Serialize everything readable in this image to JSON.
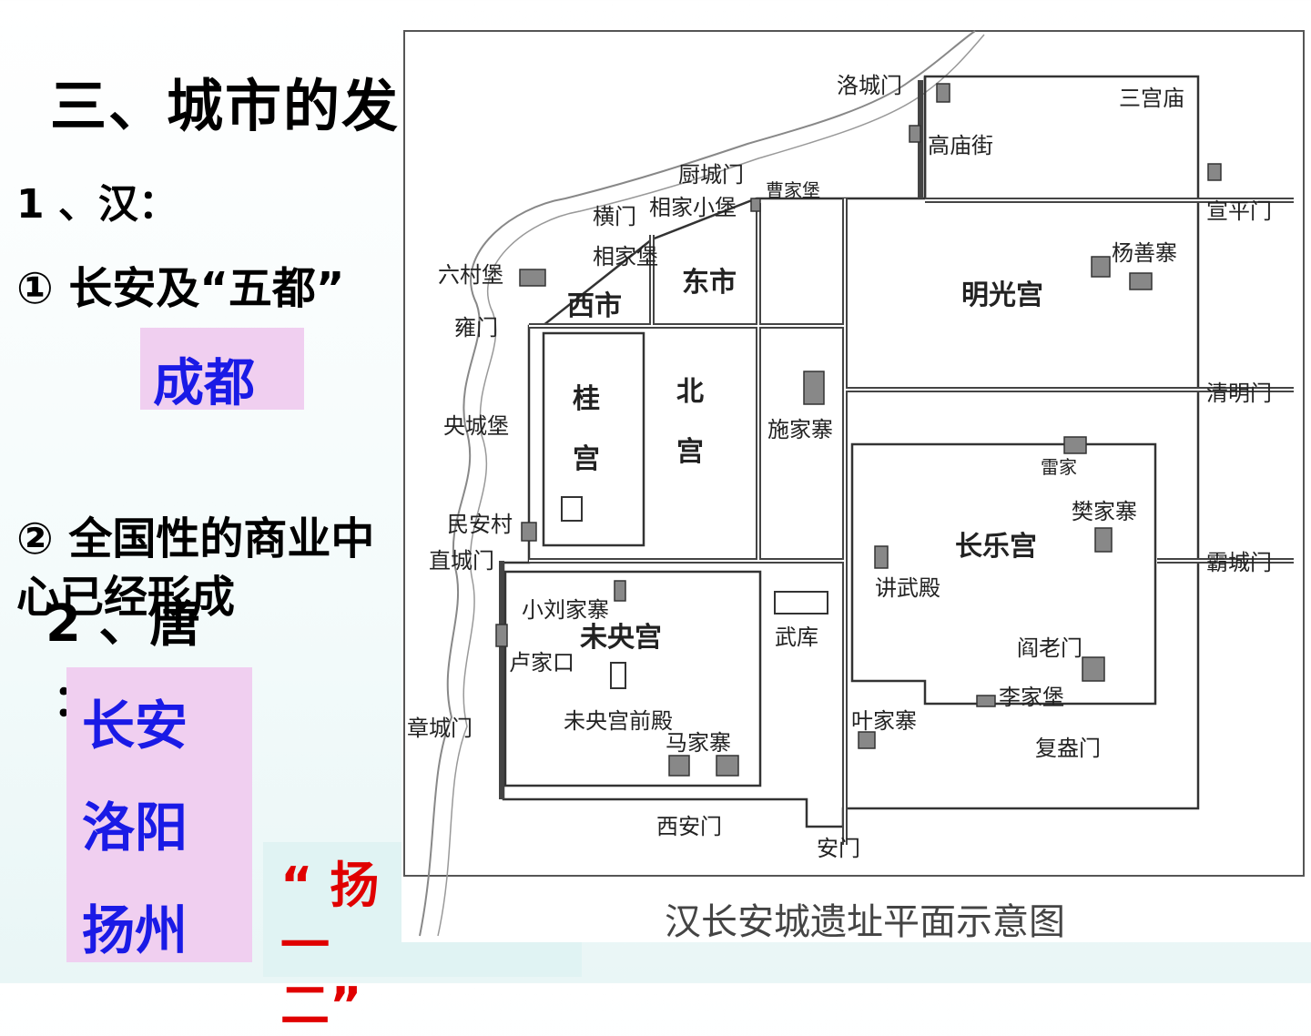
{
  "slide": {
    "title": "三、城市的发",
    "section1_heading": "1 、汉：",
    "point1": "① 长安及“五都”",
    "point1_answer": "成都",
    "point2": "② 全国性的商业中心已经形成",
    "section2_heading": "2 、唐",
    "section2_colon": "：",
    "tang_cities": [
      "长安",
      "洛阳",
      "扬州"
    ],
    "yangyi": "“ 扬一二”"
  },
  "map": {
    "caption": "汉长安城遗址平面示意图",
    "labels": {
      "luocheng_gate": "洛城门",
      "sanguanmiao": "三宫庙",
      "gaomiaojie": "高庙街",
      "chucheng_gate": "厨城门",
      "caojiabao": "曹家堡",
      "xuanping_gate": "宣平门",
      "heng_gate": "横门",
      "xiangjiaxiaobao": "相家小堡",
      "xiangjiabao": "相家堡",
      "liucunbao": "六村堡",
      "xishi": "西市",
      "dongshi": "东市",
      "mingguanggong": "明光宫",
      "yangshanzhai": "杨善寨",
      "yong_gate": "雍门",
      "guigong_1": "桂",
      "guigong_2": "宫",
      "beigong_1": "北",
      "beigong_2": "宫",
      "qingming_gate": "清明门",
      "yangchengbao": "央城堡",
      "shijiazhai": "施家寨",
      "leijiazhai": "雷家",
      "fanjiazhai": "樊家寨",
      "changlegong": "长乐宫",
      "min_an": "民安村",
      "zhicheng_gate": "直城门",
      "bacheng_gate": "霸城门",
      "xiaoliujiazhai": "小刘家寨",
      "jiangwudian": "讲武殿",
      "weiyanggong": "未央宫",
      "wuku": "武库",
      "lujiakou": "卢家口",
      "yanlaomen": "阎老门",
      "weiyanggongqiandian": "未央宫前殿",
      "mamiaozhai": "马家寨",
      "lijiajie": "李家堡",
      "yejiazhai": "叶家寨",
      "zhangcheng_gate": "章城门",
      "fuang_gate": "复盎门",
      "xian_gate": "西安门",
      "an_gate": "安门"
    }
  },
  "colors": {
    "answer_box": "#f0cff0",
    "answer_text": "#1a1ae6",
    "highlight_red": "#e00000",
    "ys_box": "#e0f3f3"
  }
}
